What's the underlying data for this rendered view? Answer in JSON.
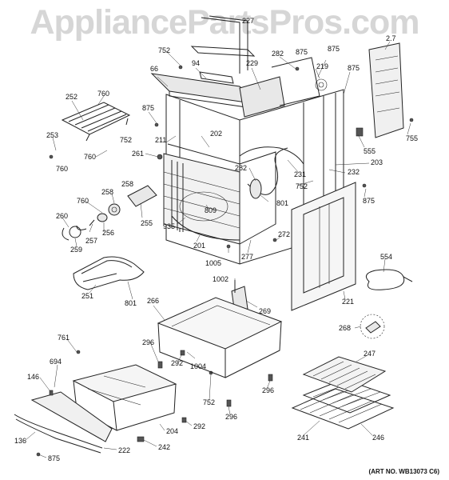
{
  "watermark": "AppliancePartsPros.com",
  "art_number": "(ART NO. WB13073 C6)",
  "callouts": [
    {
      "id": "227a",
      "text": "227"
    },
    {
      "id": "752a",
      "text": "752"
    },
    {
      "id": "94",
      "text": "94"
    },
    {
      "id": "229",
      "text": "229"
    },
    {
      "id": "282a",
      "text": "282"
    },
    {
      "id": "875a",
      "text": "875"
    },
    {
      "id": "875b",
      "text": "875"
    },
    {
      "id": "219",
      "text": "219"
    },
    {
      "id": "875c",
      "text": "875"
    },
    {
      "id": "227b",
      "text": "2.7"
    },
    {
      "id": "66",
      "text": "66"
    },
    {
      "id": "252",
      "text": "252"
    },
    {
      "id": "760a",
      "text": "760"
    },
    {
      "id": "875d",
      "text": "875"
    },
    {
      "id": "253",
      "text": "253"
    },
    {
      "id": "752b",
      "text": "752"
    },
    {
      "id": "211",
      "text": "211"
    },
    {
      "id": "202",
      "text": "202"
    },
    {
      "id": "261",
      "text": "261"
    },
    {
      "id": "760b",
      "text": "760"
    },
    {
      "id": "760c",
      "text": "760"
    },
    {
      "id": "555",
      "text": "555"
    },
    {
      "id": "755",
      "text": "755"
    },
    {
      "id": "203",
      "text": "203"
    },
    {
      "id": "231",
      "text": "231"
    },
    {
      "id": "232",
      "text": "232"
    },
    {
      "id": "282b",
      "text": "282"
    },
    {
      "id": "752c",
      "text": "752"
    },
    {
      "id": "258a",
      "text": "258"
    },
    {
      "id": "258b",
      "text": "258"
    },
    {
      "id": "760d",
      "text": "760"
    },
    {
      "id": "801a",
      "text": "801"
    },
    {
      "id": "875e",
      "text": "875"
    },
    {
      "id": "255",
      "text": "255"
    },
    {
      "id": "809",
      "text": "809"
    },
    {
      "id": "935",
      "text": "935"
    },
    {
      "id": "260",
      "text": "260"
    },
    {
      "id": "256",
      "text": "256"
    },
    {
      "id": "257",
      "text": "257"
    },
    {
      "id": "259",
      "text": "259"
    },
    {
      "id": "201",
      "text": "201"
    },
    {
      "id": "272",
      "text": "272"
    },
    {
      "id": "1005",
      "text": "1005"
    },
    {
      "id": "277",
      "text": "277"
    },
    {
      "id": "554",
      "text": "554"
    },
    {
      "id": "1002",
      "text": "1002"
    },
    {
      "id": "251",
      "text": "251"
    },
    {
      "id": "801b",
      "text": "801"
    },
    {
      "id": "266",
      "text": "266"
    },
    {
      "id": "269",
      "text": "269"
    },
    {
      "id": "221",
      "text": "221"
    },
    {
      "id": "268",
      "text": "268"
    },
    {
      "id": "761",
      "text": "761"
    },
    {
      "id": "296a",
      "text": "296"
    },
    {
      "id": "694",
      "text": "694"
    },
    {
      "id": "292a",
      "text": "292"
    },
    {
      "id": "1004",
      "text": "1004"
    },
    {
      "id": "247",
      "text": "247"
    },
    {
      "id": "146",
      "text": "146"
    },
    {
      "id": "296b",
      "text": "296"
    },
    {
      "id": "752d",
      "text": "752"
    },
    {
      "id": "296c",
      "text": "296"
    },
    {
      "id": "292b",
      "text": "292"
    },
    {
      "id": "204",
      "text": "204"
    },
    {
      "id": "241",
      "text": "241"
    },
    {
      "id": "246",
      "text": "246"
    },
    {
      "id": "136",
      "text": "136"
    },
    {
      "id": "222",
      "text": "222"
    },
    {
      "id": "242",
      "text": "242"
    },
    {
      "id": "875f",
      "text": "875"
    }
  ]
}
